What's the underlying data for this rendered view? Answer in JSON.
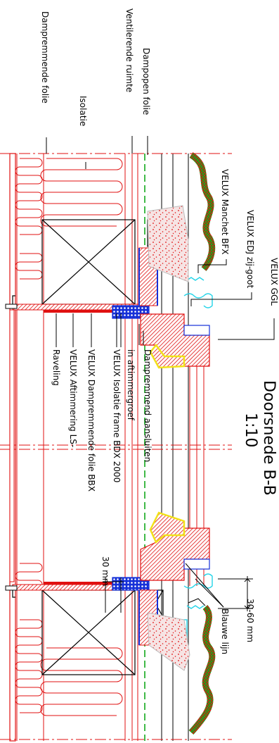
{
  "title": {
    "line1": "Doorsnede B-B",
    "line2": "1:10"
  },
  "labels": {
    "dampremmende_folie": "Dampremmende folie",
    "ventilerende_ruimte": "Ventilerende ruimte",
    "dampopen_folie": "Dampopen folie",
    "isolatie": "Isolatie",
    "velux_manchet": "VELUX Manchet BFX",
    "velux_edj": "VELUX EDJ zij-goot",
    "velux_ggl": "VELUX GGL",
    "raveling": "Raveling",
    "velux_aftimmering": "VELUX Aftimmering LS-",
    "velux_dampremmende_bbx": "VELUX Dampremmende folie BBX",
    "velux_isolatie_frame": "VELUX Isolatie frame BDX 2000",
    "in_aftimmergroef": "in aftimmergroef",
    "dampremmend_aansluiten": "Dampremmend aansluiten",
    "blauwe_lijn": "Blauwe lijn"
  },
  "dimensions": {
    "dim_30mm": "30 mm",
    "dim_30_60mm": "30-60 mm"
  },
  "colors": {
    "red": "#e01010",
    "green": "#11a81a",
    "blue": "#1530d8",
    "yellow": "#f2e21a",
    "cyan": "#25d4e8",
    "black": "#000000"
  }
}
